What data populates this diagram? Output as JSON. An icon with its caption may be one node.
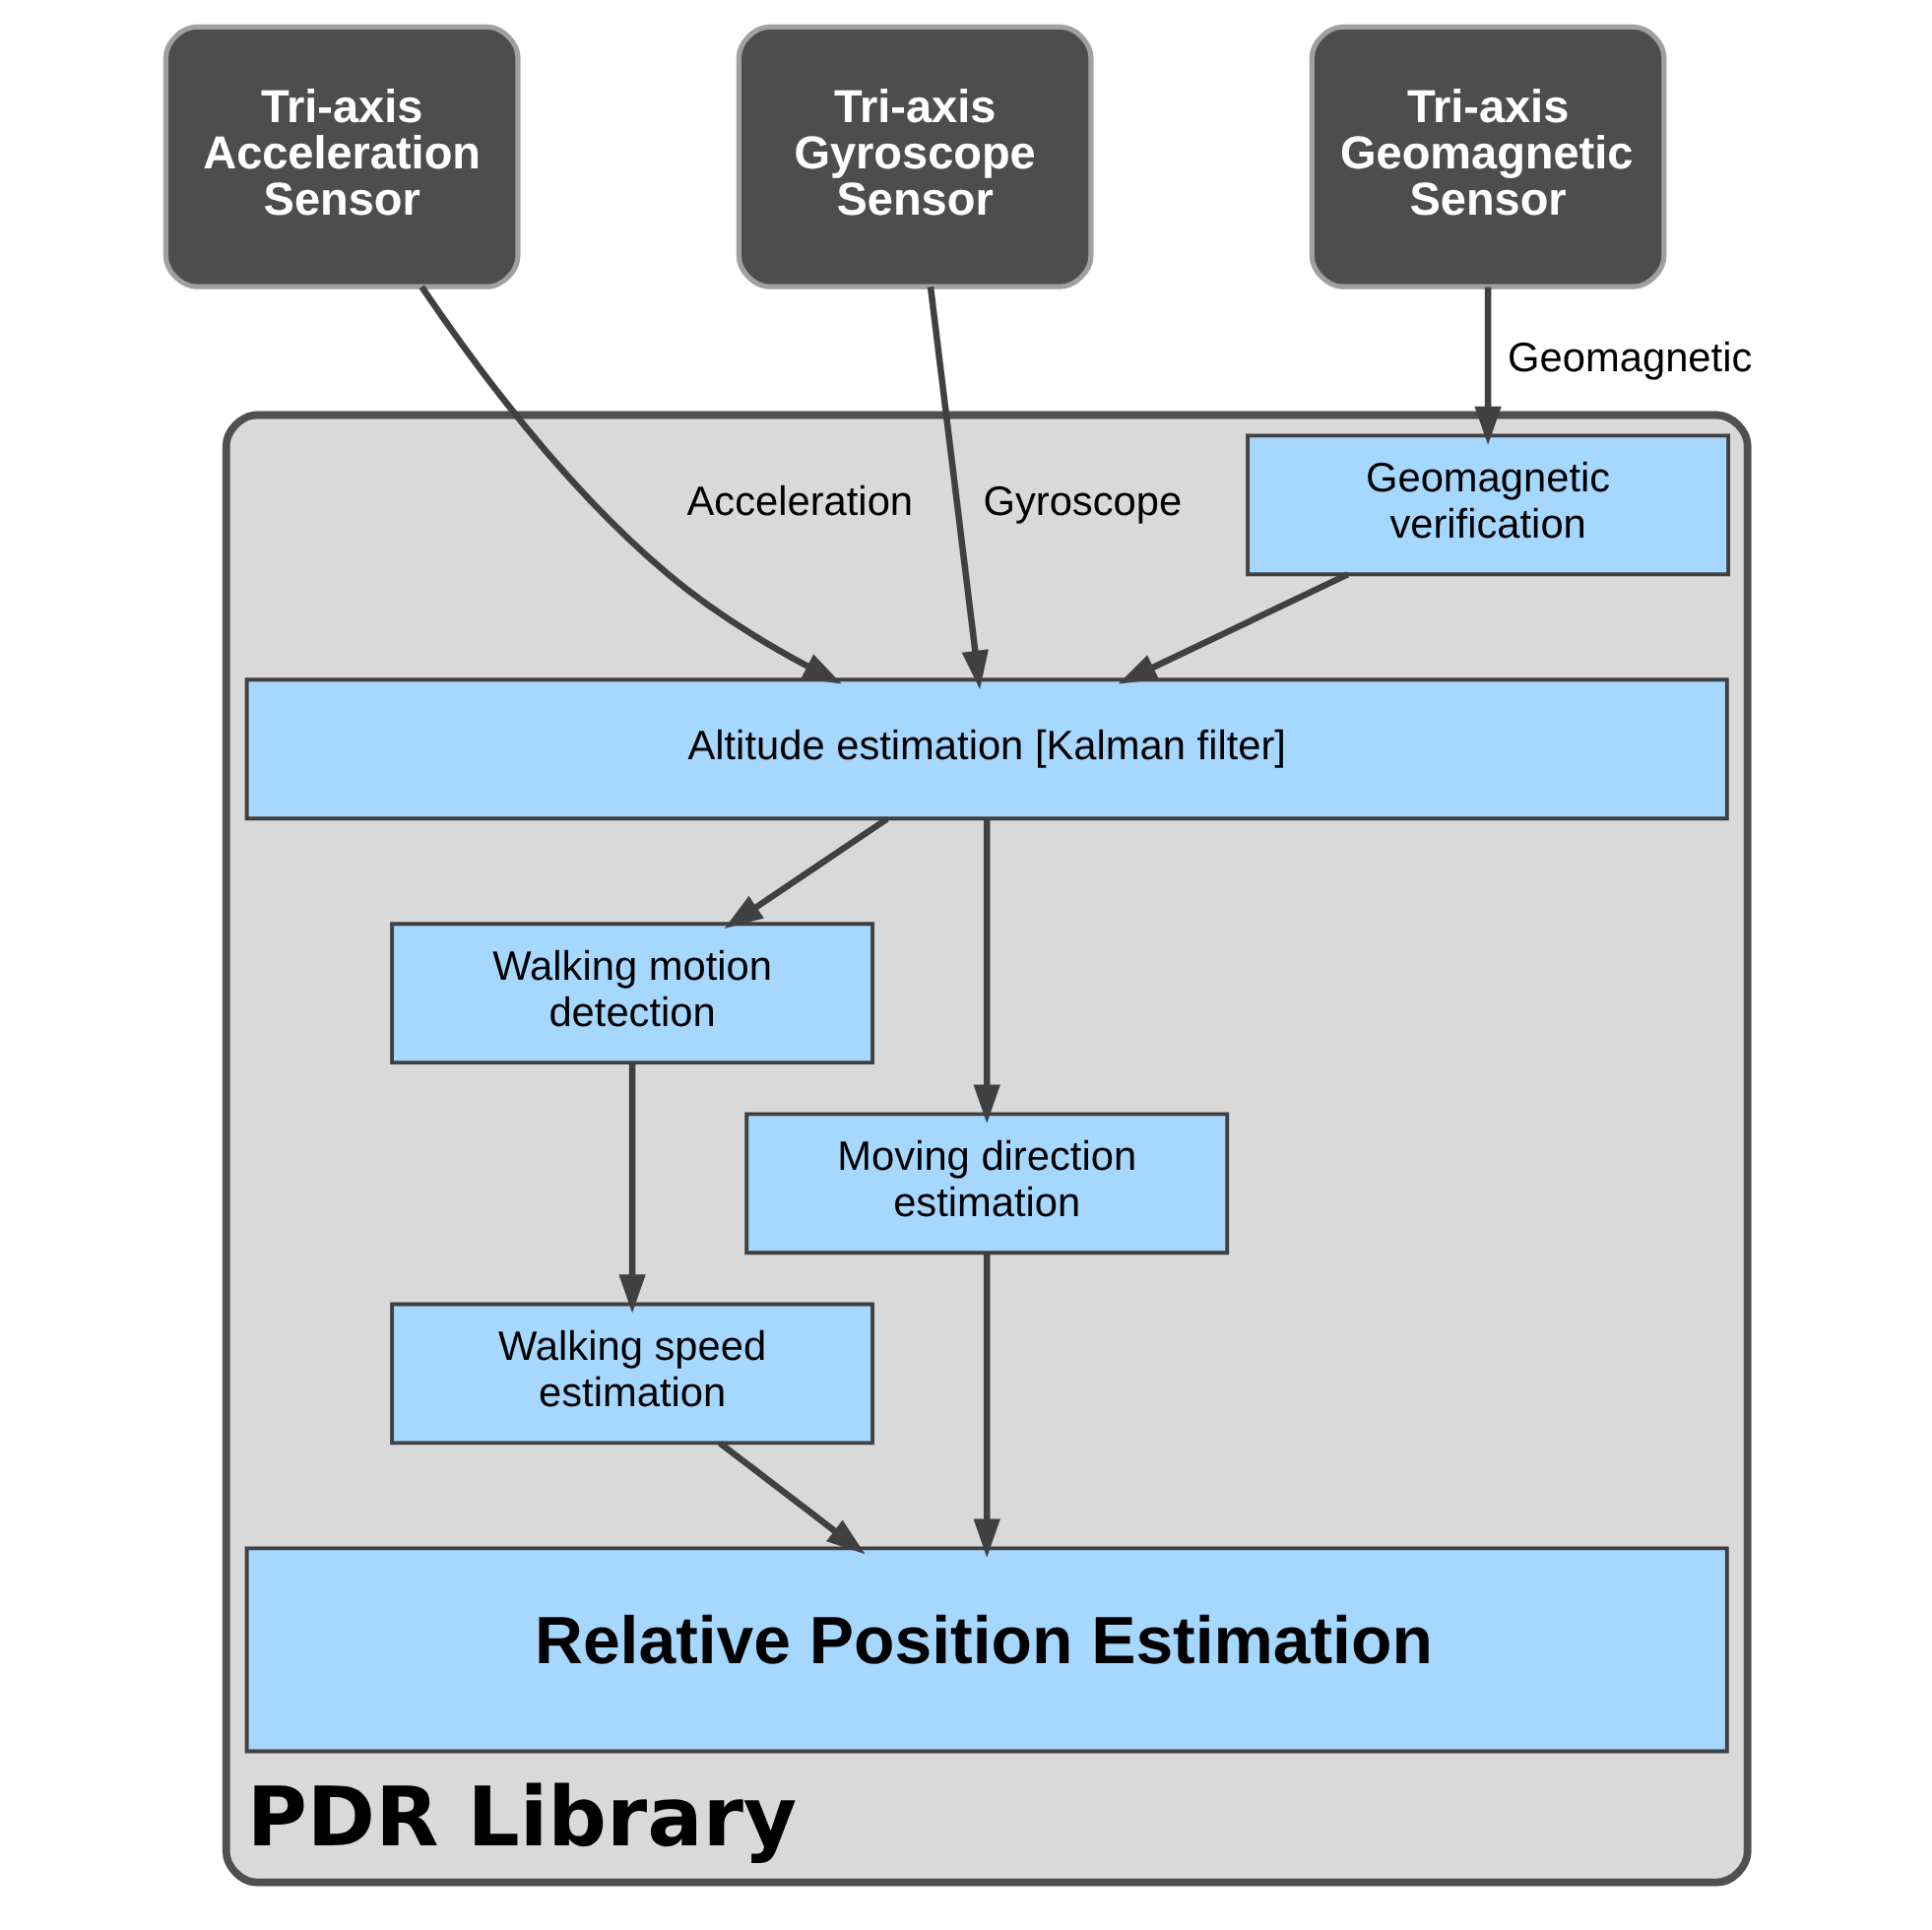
{
  "diagram": {
    "nodes": [
      {
        "text": [
          "Tri-axis Acceleration Sensor"
        ]
      },
      {
        "text": [
          "Tri-axis Gyroscope Sensor"
        ]
      },
      {
        "text": [
          "Tri-axis Geomagnetic Sensor"
        ]
      },
      {
        "text": [
          "PDR Library"
        ]
      },
      {
        "text": [
          "Geomagnetic verification"
        ],
        "in": 3
      },
      {
        "text": [
          "Altitude estimation [Kalman filter]"
        ],
        "in": 3
      },
      {
        "text": [
          "Walking motion detection"
        ],
        "in": 3
      },
      {
        "text": [
          "Walking speed estimation"
        ],
        "in": 3
      },
      {
        "text": [
          "Moving direction estimation"
        ],
        "in": 3
      },
      {
        "text": [
          "Relative Position Estimation"
        ],
        "in": 3
      }
    ],
    "edges": [
      {
        "from": 0,
        "to": 5,
        "arrow": "to",
        "label": "Acceleration"
      },
      {
        "from": 1,
        "to": 5,
        "arrow": "to",
        "label": "Gyroscope"
      },
      {
        "from": 2,
        "to": 4,
        "arrow": "to",
        "label": "Geomagnetic"
      },
      {
        "from": 4,
        "to": 5,
        "arrow": "to"
      },
      {
        "from": 5,
        "to": 6,
        "arrow": "to"
      },
      {
        "from": 5,
        "to": 8,
        "arrow": "to"
      },
      {
        "from": 6,
        "to": 7,
        "arrow": "to"
      },
      {
        "from": 7,
        "to": 9,
        "arrow": "to"
      },
      {
        "from": 8,
        "to": 9,
        "arrow": "to"
      }
    ]
  }
}
